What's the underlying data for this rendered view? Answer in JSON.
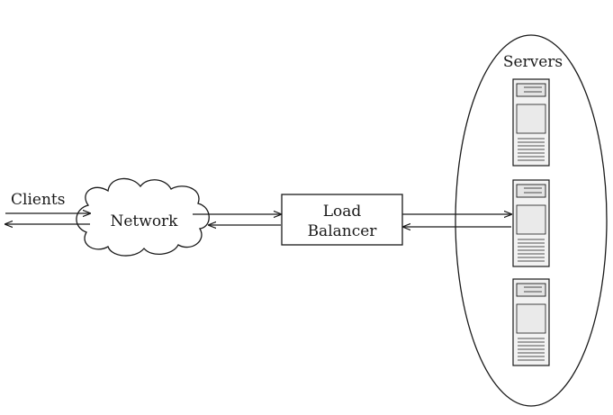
{
  "diagram": {
    "clients_label": "Clients",
    "network_label": "Network",
    "load_balancer_line1": "Load",
    "load_balancer_line2": "Balancer",
    "servers_label": "Servers",
    "server_count": 3
  }
}
